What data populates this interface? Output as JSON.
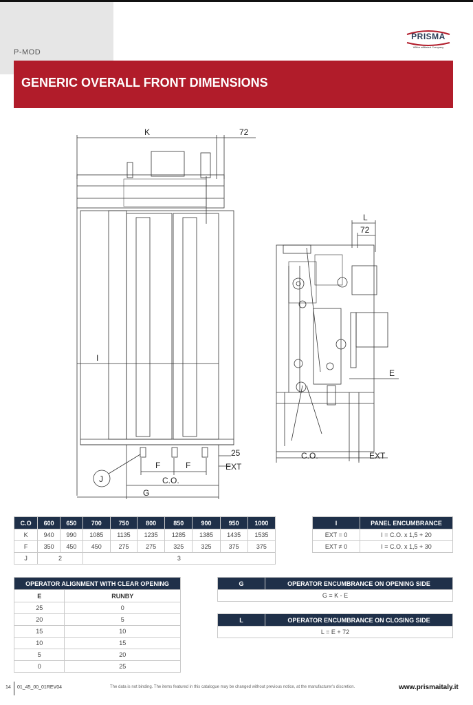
{
  "header": {
    "section": "P-MOD",
    "title": "GENERIC OVERALL FRONT DIMENSIONS",
    "logo_text": "PRISMA",
    "logo_sub": "Wittur affiliated Company",
    "banner_color": "#b11c2a"
  },
  "drawing": {
    "labels": {
      "k": "K",
      "d72": "72",
      "i": "I",
      "d25": "25",
      "f1": "F",
      "f2": "F",
      "ext": "EXT",
      "j": "J",
      "co": "C.O.",
      "g": "G",
      "l": "L",
      "d72b": "72",
      "e": "E",
      "co2": "C.O.",
      "ext2": "EXT"
    }
  },
  "table_co": {
    "headers": [
      "C.O",
      "600",
      "650",
      "700",
      "750",
      "800",
      "850",
      "900",
      "950",
      "1000"
    ],
    "rows": {
      "k": [
        "K",
        "940",
        "990",
        "1085",
        "1135",
        "1235",
        "1285",
        "1385",
        "1435",
        "1535"
      ],
      "f": [
        "F",
        "350",
        "450",
        "450",
        "275",
        "275",
        "325",
        "325",
        "375",
        "375"
      ],
      "j": [
        "J",
        "2",
        "3"
      ]
    }
  },
  "table_panel": {
    "headers": [
      "I",
      "PANEL ENCUMBRANCE"
    ],
    "rows": [
      [
        "EXT = 0",
        "I = C.O. x 1,5 + 20"
      ],
      [
        "EXT ≠ 0",
        "I = C.O. x 1,5 + 30"
      ]
    ]
  },
  "table_op": {
    "title": "OPERATOR ALIGNMENT WITH CLEAR OPENING",
    "col_e": "E",
    "col_runby": "RUNBY",
    "rows": [
      [
        "25",
        "0"
      ],
      [
        "20",
        "5"
      ],
      [
        "15",
        "10"
      ],
      [
        "10",
        "15"
      ],
      [
        "5",
        "20"
      ],
      [
        "0",
        "25"
      ]
    ]
  },
  "table_g": {
    "headers": [
      "G",
      "OPERATOR ENCUMBRANCE ON OPENING SIDE"
    ],
    "formula": "G = K - E"
  },
  "table_l": {
    "headers": [
      "L",
      "OPERATOR ENCUMBRANCE ON CLOSING SIDE"
    ],
    "formula": "L = E + 72"
  },
  "footer": {
    "page": "14",
    "code": "01_45_00_01REV04",
    "disclaimer": "The data is not binding. The items featured in this catalogue may be changed without previous notice, at the manufacturer's discretion.",
    "website": "www.prismaitaly.it"
  }
}
